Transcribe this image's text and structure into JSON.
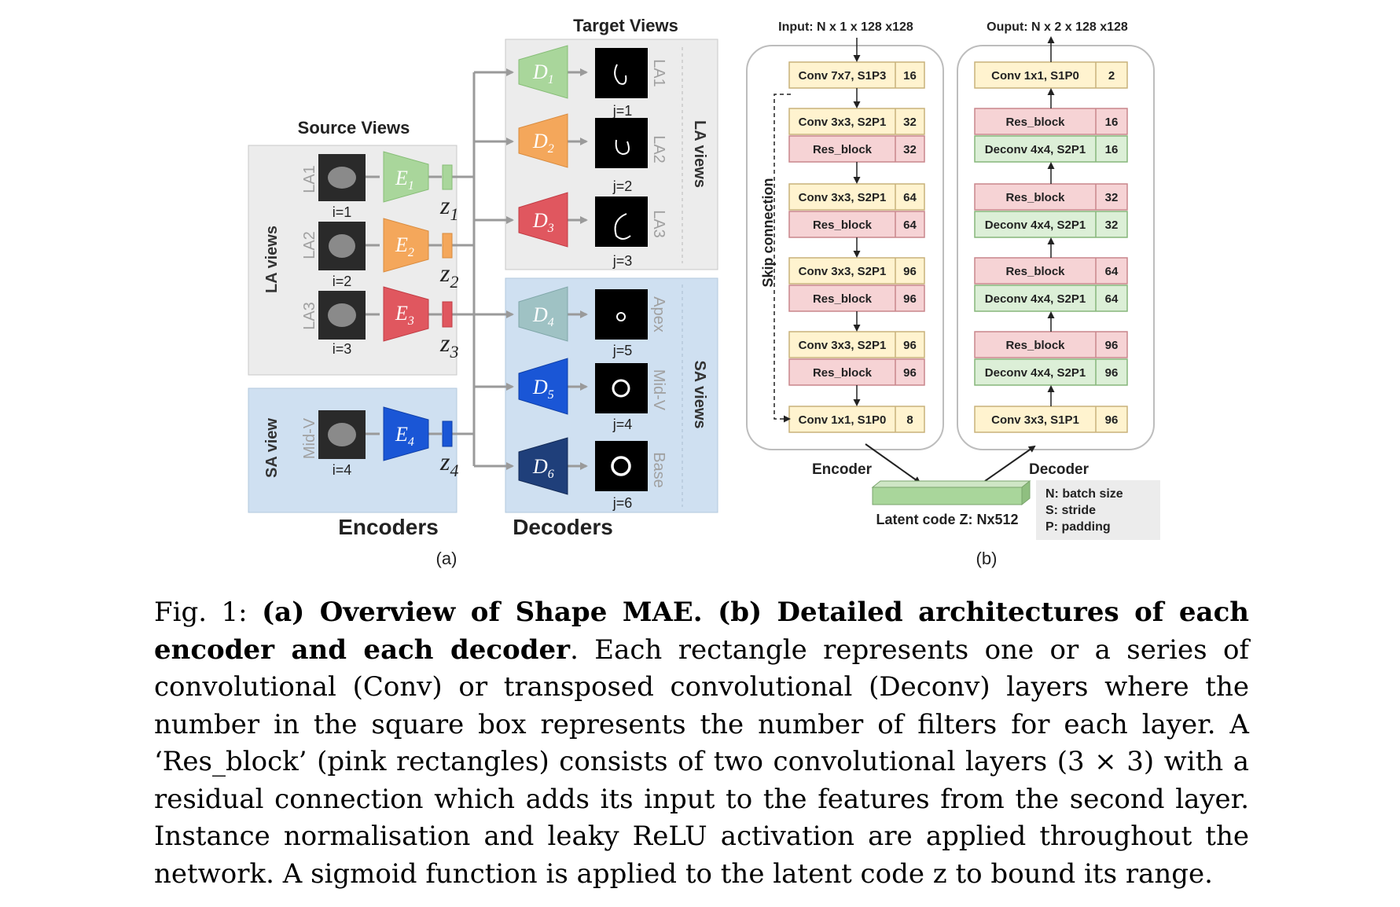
{
  "colors": {
    "green": "#a9d69b",
    "orange": "#f4a75b",
    "red": "#e0575f",
    "teal": "#9fc2c4",
    "blue": "#1a56d6",
    "navy": "#1f3f7a",
    "la_panel": "#ececec",
    "sa_panel": "#cfe0f1",
    "encoder_block": "#fff3cf",
    "res_block": "#f6d3d5",
    "deconv_block": "#dcefd7"
  },
  "panel_a": {
    "source_views": "Source Views",
    "target_views": "Target Views",
    "la_views_left": "LA views",
    "sa_view_left": "SA view",
    "la_views_right": "LA views",
    "sa_views_right": "SA views",
    "encoders_label": "Encoders",
    "decoders_label": "Decoders",
    "sublabel": "(a)",
    "sources": [
      {
        "view": "LA1",
        "index": "i=1",
        "enc_base": "E",
        "enc_sub": "1",
        "z_base": "z",
        "z_sub": "1",
        "color": "#a9d69b"
      },
      {
        "view": "LA2",
        "index": "i=2",
        "enc_base": "E",
        "enc_sub": "2",
        "z_base": "z",
        "z_sub": "2",
        "color": "#f4a75b"
      },
      {
        "view": "LA3",
        "index": "i=3",
        "enc_base": "E",
        "enc_sub": "3",
        "z_base": "z",
        "z_sub": "3",
        "color": "#e0575f"
      },
      {
        "view": "Mid-V",
        "index": "i=4",
        "enc_base": "E",
        "enc_sub": "4",
        "z_base": "z",
        "z_sub": "4",
        "color": "#1a56d6"
      }
    ],
    "targets": [
      {
        "view": "LA1",
        "index": "j=1",
        "dec_base": "D",
        "dec_sub": "1",
        "color": "#a9d69b"
      },
      {
        "view": "LA2",
        "index": "j=2",
        "dec_base": "D",
        "dec_sub": "2",
        "color": "#f4a75b"
      },
      {
        "view": "LA3",
        "index": "j=3",
        "dec_base": "D",
        "dec_sub": "3",
        "color": "#e0575f"
      },
      {
        "view": "Apex",
        "index": "j=5",
        "dec_base": "D",
        "dec_sub": "4",
        "color": "#9fc2c4"
      },
      {
        "view": "Mid-V",
        "index": "j=4",
        "dec_base": "D",
        "dec_sub": "5",
        "color": "#1a56d6"
      },
      {
        "view": "Base",
        "index": "j=6",
        "dec_base": "D",
        "dec_sub": "6",
        "color": "#1f3f7a"
      }
    ]
  },
  "panel_b": {
    "input_label": "Input: N x 1 x 128 x128",
    "output_label": "Ouput: N x 2 x 128 x128",
    "skip_connection": "Skip connection",
    "encoder_label": "Encoder",
    "decoder_label": "Decoder",
    "latent_label": "Latent code Z: Nx512",
    "legend": [
      "N: batch size",
      "S: stride",
      "P: padding"
    ],
    "sublabel": "(b)",
    "encoder_blocks": [
      {
        "name": "Conv 7x7, S1P3",
        "filters": "16",
        "kind": "conv"
      },
      {
        "name": "Conv 3x3, S2P1",
        "filters": "32",
        "kind": "conv"
      },
      {
        "name": "Res_block",
        "filters": "32",
        "kind": "res"
      },
      {
        "name": "Conv 3x3, S2P1",
        "filters": "64",
        "kind": "conv"
      },
      {
        "name": "Res_block",
        "filters": "64",
        "kind": "res"
      },
      {
        "name": "Conv 3x3, S2P1",
        "filters": "96",
        "kind": "conv"
      },
      {
        "name": "Res_block",
        "filters": "96",
        "kind": "res"
      },
      {
        "name": "Conv 3x3, S2P1",
        "filters": "96",
        "kind": "conv"
      },
      {
        "name": "Res_block",
        "filters": "96",
        "kind": "res"
      },
      {
        "name": "Conv 1x1, S1P0",
        "filters": "8",
        "kind": "conv"
      }
    ],
    "decoder_blocks": [
      {
        "name": "Conv 1x1, S1P0",
        "filters": "2",
        "kind": "conv"
      },
      {
        "name": "Res_block",
        "filters": "16",
        "kind": "res"
      },
      {
        "name": "Deconv 4x4, S2P1",
        "filters": "16",
        "kind": "deconv"
      },
      {
        "name": "Res_block",
        "filters": "32",
        "kind": "res"
      },
      {
        "name": "Deconv 4x4, S2P1",
        "filters": "32",
        "kind": "deconv"
      },
      {
        "name": "Res_block",
        "filters": "64",
        "kind": "res"
      },
      {
        "name": "Deconv 4x4, S2P1",
        "filters": "64",
        "kind": "deconv"
      },
      {
        "name": "Res_block",
        "filters": "96",
        "kind": "res"
      },
      {
        "name": "Deconv 4x4, S2P1",
        "filters": "96",
        "kind": "deconv"
      },
      {
        "name": "Conv 3x3, S1P1",
        "filters": "96",
        "kind": "conv"
      }
    ]
  },
  "caption": {
    "fig": "Fig. 1: ",
    "bold1": "(a) Overview of Shape MAE. (b) Detailed architectures of each encoder and each decoder",
    "rest": ". Each rectangle represents one or a series of convolutional (Conv) or transposed convolutional (Deconv) layers where the number in the square box represents the number of filters for each layer. A ‘Res_block’ (pink rectangles) consists of two convolutional layers (3 × 3) with a residual connection which adds its input to the features from the second layer. Instance normalisation and leaky ReLU activation are applied throughout the network. A sigmoid function is applied to the latent code z to bound its range."
  }
}
